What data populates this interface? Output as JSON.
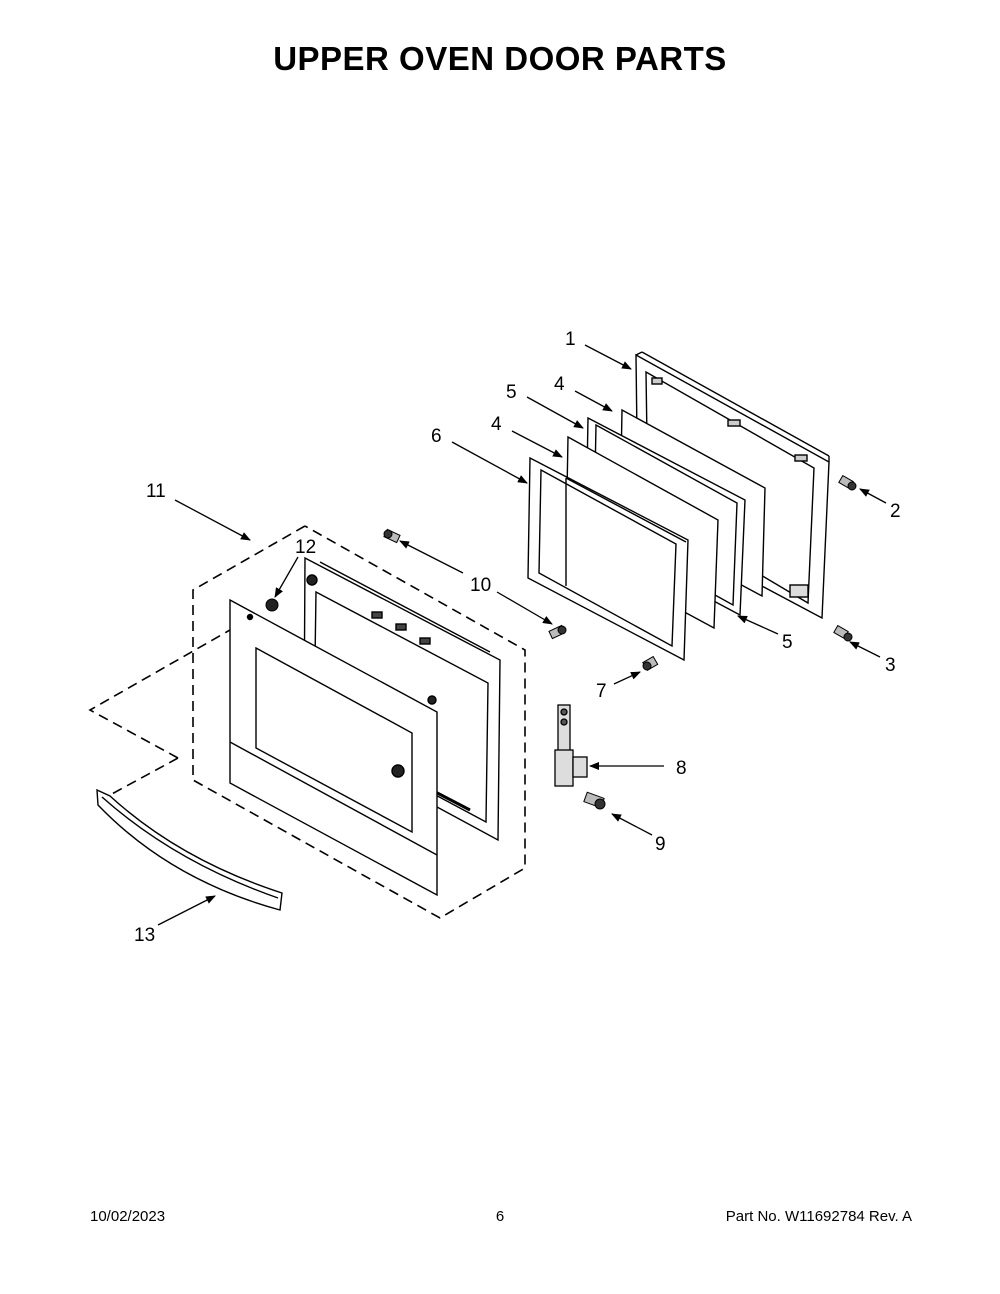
{
  "title": "UPPER OVEN DOOR PARTS",
  "callouts": [
    "1",
    "2",
    "3",
    "4",
    "4",
    "5",
    "5",
    "6",
    "7",
    "8",
    "9",
    "10",
    "11",
    "12",
    "13"
  ],
  "footer": {
    "date": "10/02/2023",
    "page": "6",
    "part_number": "Part No.  W11692784  Rev.  A"
  }
}
